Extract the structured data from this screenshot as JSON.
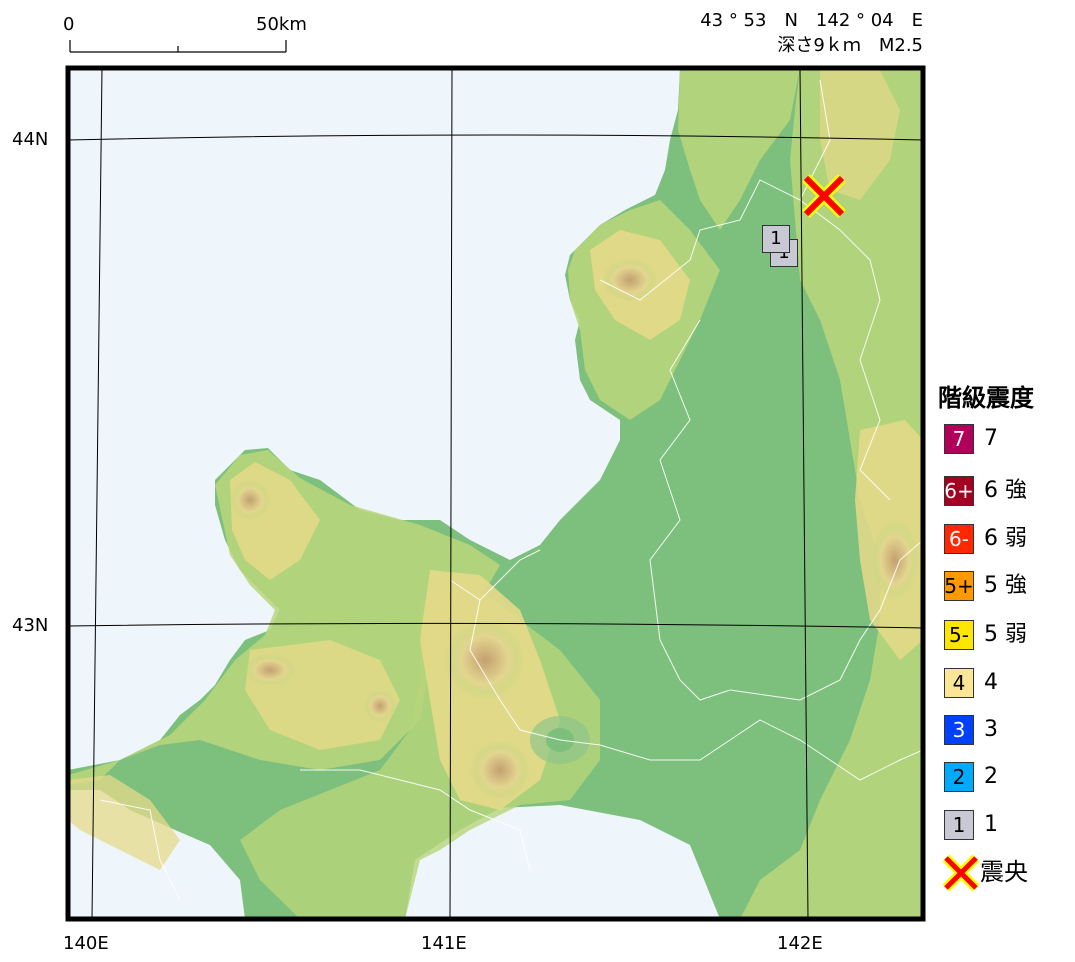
{
  "scale_bar": {
    "start_label": "0",
    "end_label": "50km"
  },
  "epicenter_info": {
    "line1": "43 ° 53　N　142 ° 04　E",
    "line2": "深さ9ｋｍ　M2.5"
  },
  "lat_labels": [
    "44N",
    "43N"
  ],
  "lon_labels": [
    "140E",
    "141E",
    "142E"
  ],
  "stations": [
    {
      "intensity": "1"
    },
    {
      "intensity": "1"
    }
  ],
  "legend": {
    "title": "階級震度",
    "items": [
      {
        "swatch": "7",
        "label": "7",
        "color": "#b0005a",
        "text_color": "#ffffff"
      },
      {
        "swatch": "6+",
        "label": "6 強",
        "color": "#a50021",
        "text_color": "#ffffff"
      },
      {
        "swatch": "6-",
        "label": "6 弱",
        "color": "#ff2800",
        "text_color": "#ffffff"
      },
      {
        "swatch": "5+",
        "label": "5 強",
        "color": "#ff9900",
        "text_color": "#000000"
      },
      {
        "swatch": "5-",
        "label": "5 弱",
        "color": "#ffe600",
        "text_color": "#000000"
      },
      {
        "swatch": "4",
        "label": "4",
        "color": "#fae696",
        "text_color": "#000000"
      },
      {
        "swatch": "3",
        "label": "3",
        "color": "#0041ff",
        "text_color": "#ffffff"
      },
      {
        "swatch": "2",
        "label": "2",
        "color": "#00aaff",
        "text_color": "#000000"
      },
      {
        "swatch": "1",
        "label": "1",
        "color": "#c9c9d6",
        "text_color": "#000000"
      }
    ],
    "epicenter_label": "震央"
  },
  "colors": {
    "sea": "#eef5fb",
    "lowland": "#7dbf7d",
    "midland": "#b8d67a",
    "highland": "#e6d98a",
    "mountain": "#c9a86a",
    "epicenter": "#ff0000",
    "epicenter_outline": "#ffff00"
  }
}
